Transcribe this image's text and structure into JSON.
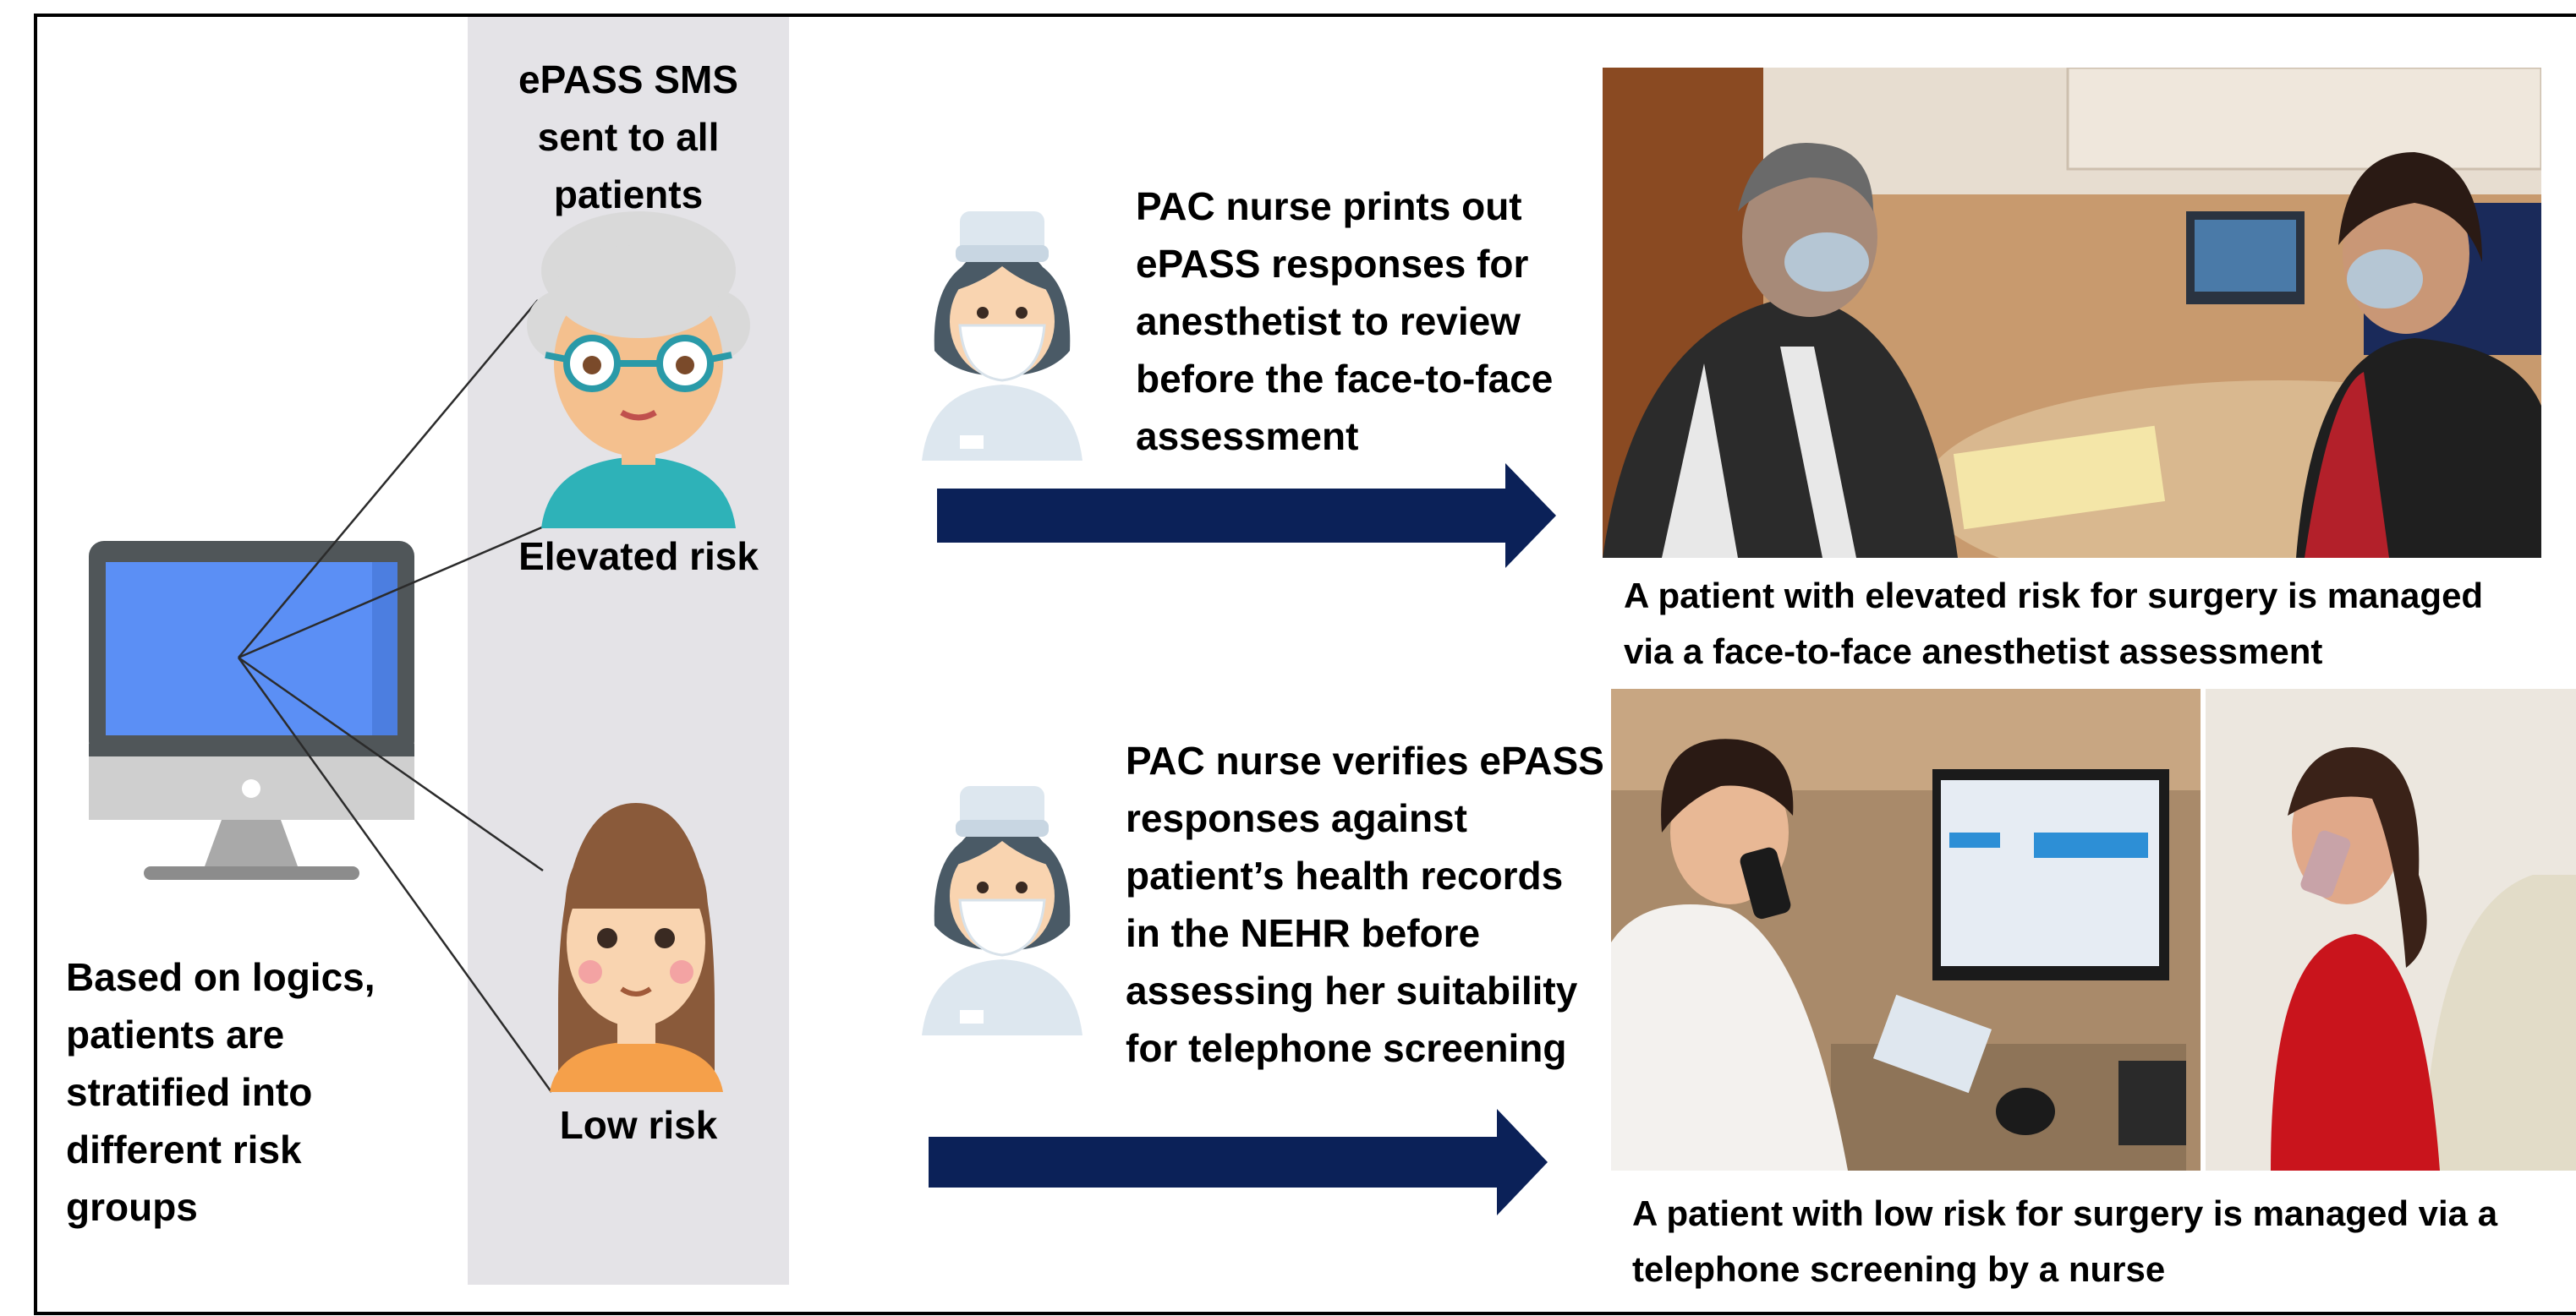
{
  "column_title": [
    "ePASS SMS",
    "sent to all",
    "patients"
  ],
  "elevated_label": "Elevated risk",
  "low_label": "Low risk",
  "stratify_text": [
    "Based on logics,",
    "patients are",
    "stratified into",
    "different risk",
    "groups"
  ],
  "top_step_text": [
    "PAC nurse prints out",
    "ePASS responses for",
    "anesthetist to review",
    "before the face-to-face",
    "assessment"
  ],
  "bottom_step_text": [
    "PAC nurse verifies ePASS",
    "responses against",
    "patient’s health records",
    "in the NEHR before",
    "assessing her suitability",
    "for telephone screening"
  ],
  "top_caption": [
    "A patient with elevated risk for surgery is managed",
    "via a face-to-face anesthetist assessment"
  ],
  "bottom_caption": [
    "A patient with low risk for surgery is managed via a",
    "telephone screening by a nurse"
  ],
  "colors": {
    "arrow": "#0b2158",
    "screen": "#5b8ff5",
    "column": "#e4e3e7"
  }
}
